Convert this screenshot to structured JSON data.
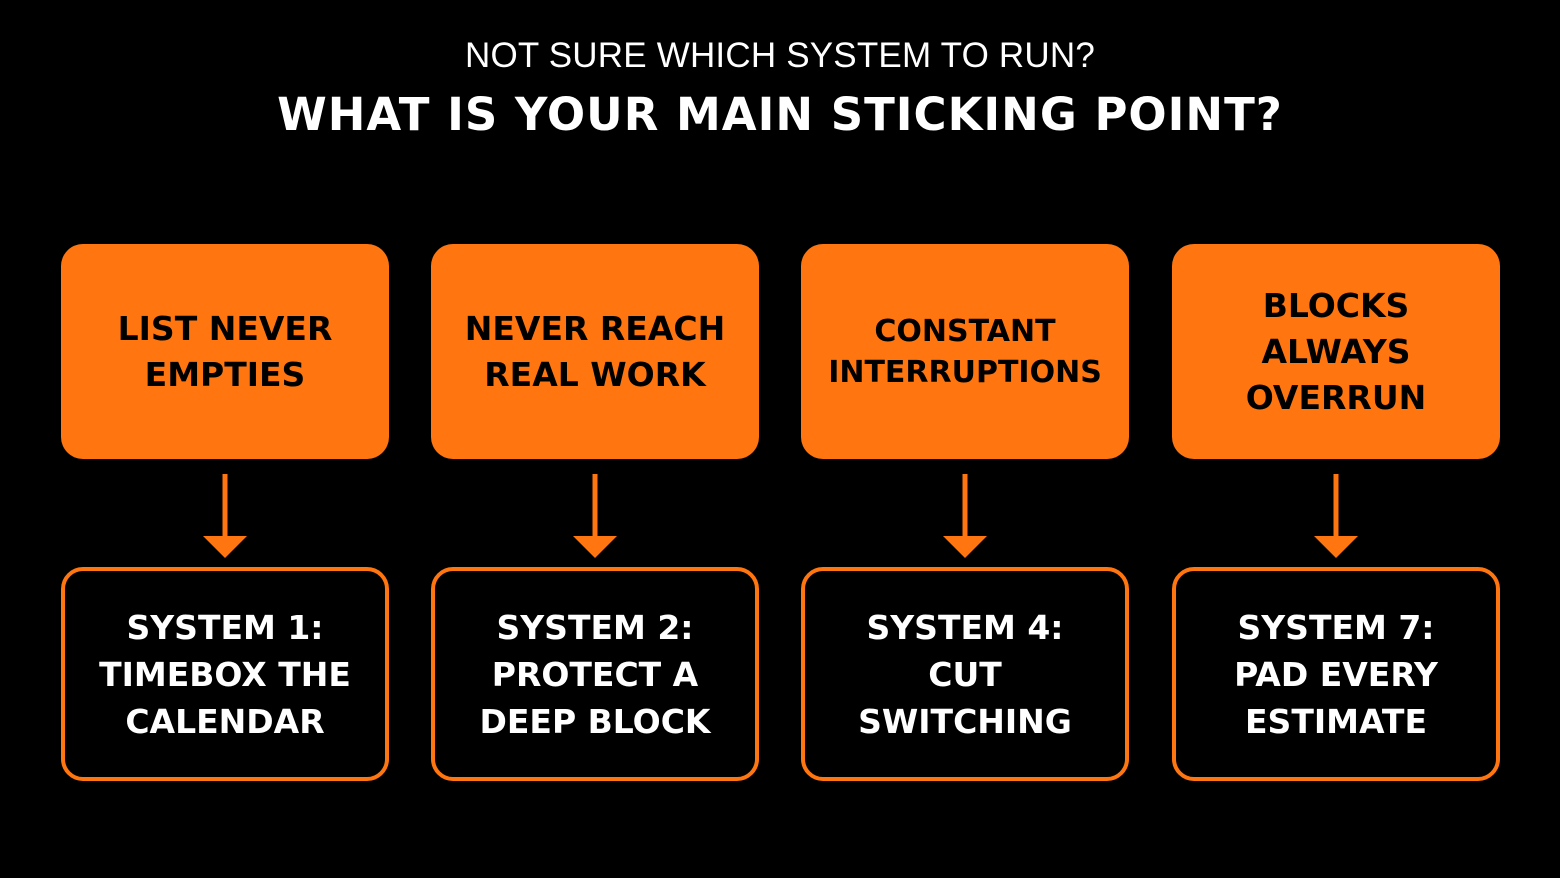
{
  "header": {
    "subtitle": "NOT SURE WHICH SYSTEM TO RUN?",
    "title": "WHAT IS YOUR MAIN STICKING POINT?"
  },
  "colors": {
    "background": "#000000",
    "accent": "#ff7510",
    "text_light": "#ffffff",
    "text_dark": "#000000"
  },
  "columns": [
    {
      "problem": "LIST NEVER\nEMPTIES",
      "solution": "SYSTEM 1:\nTIMEBOX THE\nCALENDAR"
    },
    {
      "problem": "NEVER REACH\nREAL WORK",
      "solution": "SYSTEM 2:\nPROTECT A\nDEEP BLOCK"
    },
    {
      "problem": "CONSTANT\nINTERRUPTIONS",
      "solution": "SYSTEM 4:\nCUT\nSWITCHING"
    },
    {
      "problem": "BLOCKS\nALWAYS\nOVERRUN",
      "solution": "SYSTEM 7:\nPAD EVERY\nESTIMATE"
    }
  ],
  "icons": {
    "connector": "down-arrow-icon"
  }
}
